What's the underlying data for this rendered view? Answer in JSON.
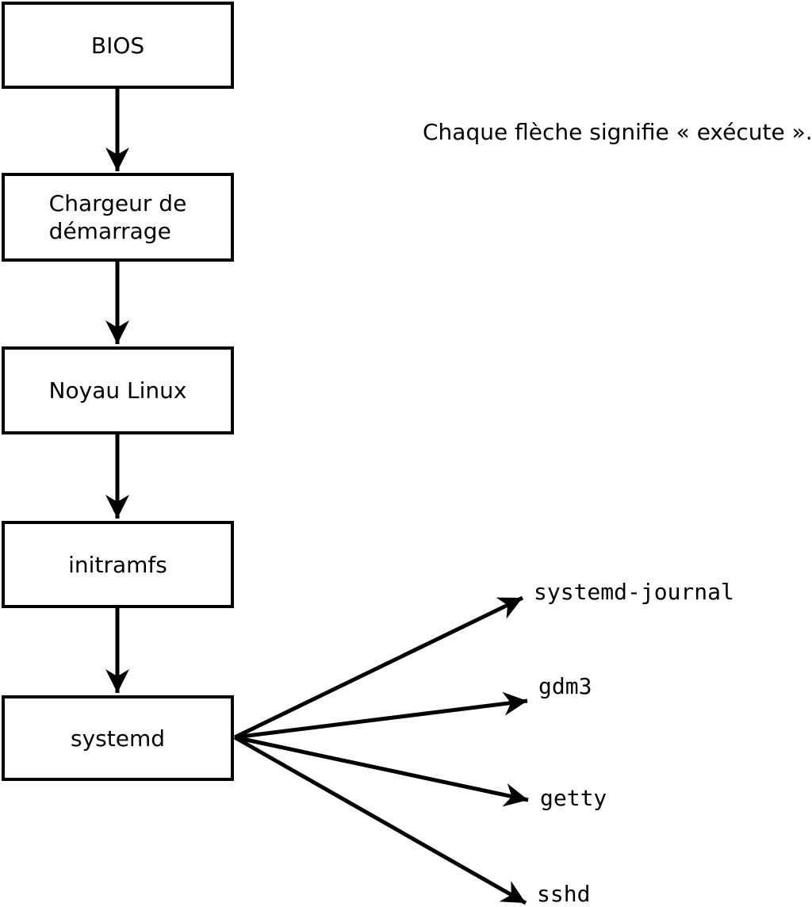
{
  "diagram": {
    "annotation": "Chaque flèche signifie « exécute ».",
    "nodes": {
      "bios": {
        "label": "BIOS"
      },
      "bootloader": {
        "label": "Chargeur de\ndémarrage"
      },
      "kernel": {
        "label": "Noyau Linux"
      },
      "initramfs": {
        "label": "initramfs"
      },
      "systemd": {
        "label": "systemd"
      }
    },
    "processes": {
      "journal": {
        "label": "systemd-journal"
      },
      "gdm3": {
        "label": "gdm3"
      },
      "getty": {
        "label": "getty"
      },
      "sshd": {
        "label": "sshd"
      }
    },
    "edges": [
      {
        "from": "BIOS",
        "to": "Chargeur de démarrage",
        "meaning": "exécute"
      },
      {
        "from": "Chargeur de démarrage",
        "to": "Noyau Linux",
        "meaning": "exécute"
      },
      {
        "from": "Noyau Linux",
        "to": "initramfs",
        "meaning": "exécute"
      },
      {
        "from": "initramfs",
        "to": "systemd",
        "meaning": "exécute"
      },
      {
        "from": "systemd",
        "to": "systemd-journal",
        "meaning": "exécute"
      },
      {
        "from": "systemd",
        "to": "gdm3",
        "meaning": "exécute"
      },
      {
        "from": "systemd",
        "to": "getty",
        "meaning": "exécute"
      },
      {
        "from": "systemd",
        "to": "sshd",
        "meaning": "exécute"
      }
    ],
    "colors": {
      "line": "#000000",
      "background": "#ffffff",
      "box_fill": "#ffffff",
      "box_border": "#000000",
      "text": "#000000"
    }
  }
}
